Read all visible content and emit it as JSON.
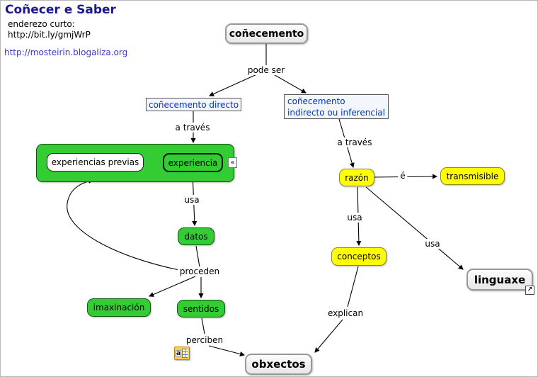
{
  "header": {
    "title": "Coñecer e Saber",
    "subtitle_line1": "enderezo curto:",
    "subtitle_line2": "http://bit.ly/gmjWrP",
    "blog_link": "http://mosteirin.blogaliza.org"
  },
  "nodes": {
    "conecemento": "coñecemento",
    "conecemento_directo": "coñecemento directo",
    "conecemento_indirecto": "coñecemento indirecto ou inferencial",
    "experiencias_previas": "experiencias previas",
    "experiencia": "experiencia",
    "razon": "razón",
    "transmisible": "transmisible",
    "datos": "datos",
    "conceptos": "conceptos",
    "linguaxe": "linguaxe",
    "imaxinacion": "imaxinación",
    "sentidos": "sentidos",
    "obxectos": "obxectos"
  },
  "link_labels": {
    "pode_ser": "pode ser",
    "a_traves_directo": "a través",
    "a_traves_indirecto": "a través",
    "usa_experiencia": "usa",
    "usa_conceptos": "usa",
    "usa_linguaxe": "usa",
    "e": "é",
    "proceden": "proceden",
    "perciben": "perciben",
    "explican": "explican"
  },
  "icons": {
    "collapse": "«",
    "goto_arrow": "↗",
    "attachment_letter": "a"
  },
  "colors": {
    "green_node": "#33cc33",
    "yellow_node": "#ffff00",
    "gray_node_border": "#979797",
    "blue_node_text": "#0033cc",
    "title_text": "#1a1a8c",
    "blog_link_text": "#3838cc"
  }
}
